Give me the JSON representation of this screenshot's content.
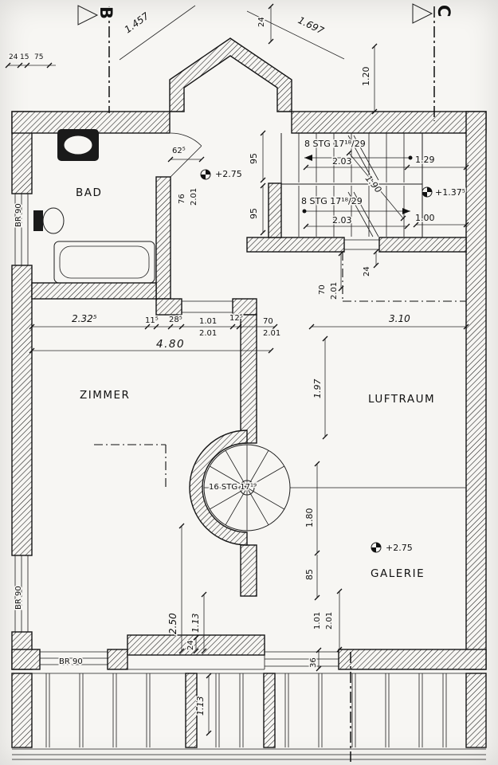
{
  "drawing": {
    "markers": {
      "b": "B",
      "c": "C"
    },
    "rooms": {
      "bad": "BAD",
      "zimmer": "ZIMMER",
      "luftraum": "LUFTRAUM",
      "galerie": "GALERIE"
    },
    "levels": {
      "hall": "+2.75",
      "stair_landing": "+1.37⁵",
      "galerie": "+2.75"
    },
    "stairs": {
      "flight_upper": "8 STG 17¹⁸/29",
      "flight_lower": "8 STG 17¹⁸/29",
      "spiral": "16 STG 17¹⁹"
    },
    "parapets": {
      "left_upper": "BR 90",
      "left_lower": "BR 90",
      "bottom": "BR 90"
    },
    "dims": {
      "diag_left": "1.457",
      "diag_right": "1.697",
      "top_center": "24",
      "top_left_a": "24",
      "top_left_b": "15",
      "top_left_c": "75",
      "right_top": "1.20",
      "bay_62": "62⁵",
      "hall_95a": "95",
      "hall_95b": "95",
      "bad_door_w": "76",
      "bad_door_h": "2.01",
      "stair_run_a": "2.03",
      "stair_run_b": "2.03",
      "landing_129": "1.29",
      "landing_190": "1.90",
      "landing_100": "1.00",
      "wall_24": "24",
      "void_door_w": "70",
      "void_door_h": "2.01",
      "chain_2325": "2.32⁵",
      "chain_115": "11⁵",
      "chain_285": "28⁵",
      "door2_w": "1.01",
      "chain_125": "12⁵",
      "door3_w": "70",
      "door2_h": "2.01",
      "door3_h": "2.01",
      "total_480": "4.80",
      "void_310": "3.10",
      "void_197": "1.97",
      "gal_180": "1.80",
      "gal_85": "85",
      "bot_250": "2.50",
      "bot_113": "1.13",
      "bot_24": "24",
      "bot_door_w": "1.01",
      "bot_door_h": "2.01",
      "bot_36": "36",
      "balcony_113": "1.13"
    }
  }
}
